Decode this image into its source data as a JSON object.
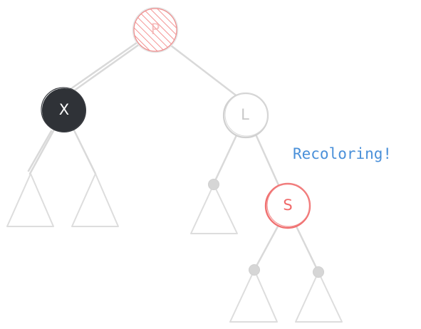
{
  "nodes": {
    "p": {
      "label": "P",
      "fill": "striped-red",
      "stroke": "#f08080"
    },
    "x": {
      "label": "X",
      "fill": "#2f3237",
      "stroke": "#2f3237",
      "text_color": "#ffffff"
    },
    "l": {
      "label": "L",
      "fill": "#ffffff",
      "stroke": "#d0d0d0",
      "text_color": "#c8c8c8"
    },
    "s": {
      "label": "S",
      "fill": "#ffffff",
      "stroke": "#f07070",
      "text_color": "#f06a6a"
    }
  },
  "annotation": {
    "text": "Recoloring!",
    "color": "#4a90d9"
  },
  "colors": {
    "edge": "#d9d9d9",
    "subtree": "#dddddd",
    "nil": "#d6d6d6",
    "stripe": "#f06a6a"
  }
}
